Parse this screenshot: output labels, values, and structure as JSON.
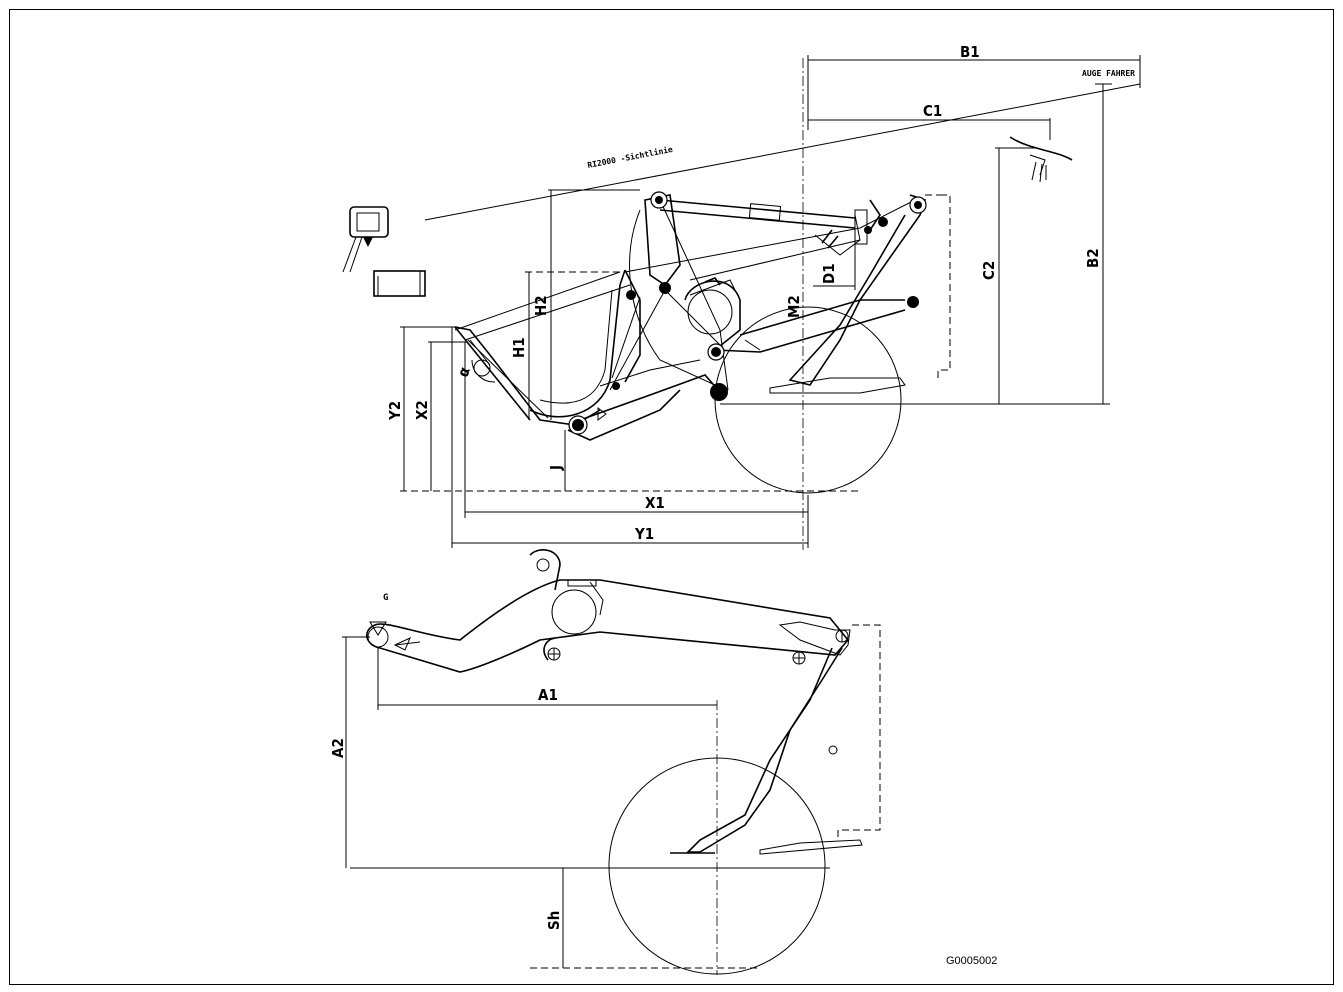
{
  "labels": {
    "B1": "B1",
    "B2": "B2",
    "C1": "C1",
    "C2": "C2",
    "D1": "D1",
    "H1": "H1",
    "H2": "H2",
    "M2": "M2",
    "X1": "X1",
    "X2": "X2",
    "Y1": "Y1",
    "Y2": "Y2",
    "J": "J",
    "A1": "A1",
    "A2": "A2",
    "Sh": "Sh",
    "G": "G",
    "alpha": "α"
  },
  "annotations": {
    "eye_driver": "AUGE FAHRER",
    "sight_line": "RI2000 -Sichtlinie"
  },
  "drawing_code": "G0005002"
}
